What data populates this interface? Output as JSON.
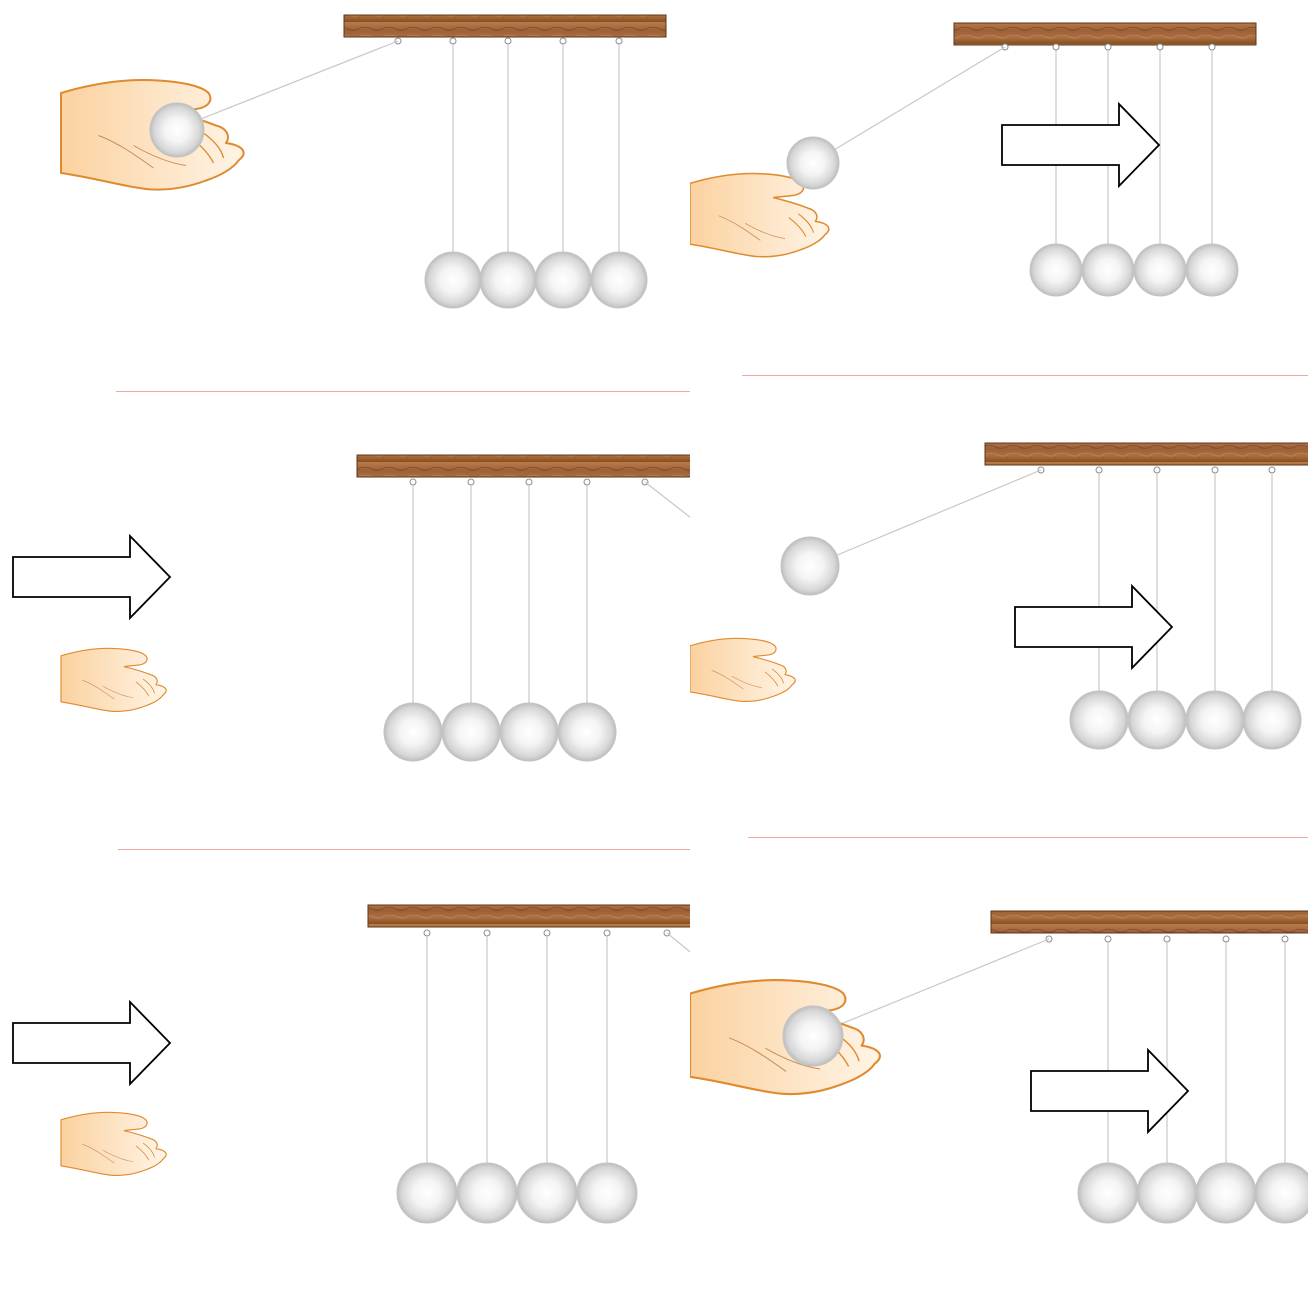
{
  "figure": {
    "description_labels": [],
    "panels": [
      {
        "id": "panel-1",
        "state": "hand-holding-ball",
        "arrow": false
      },
      {
        "id": "panel-2",
        "state": "ball-released",
        "arrow": true
      },
      {
        "id": "panel-3",
        "state": "ball-out-of-view-left",
        "arrow": true
      },
      {
        "id": "panel-4",
        "state": "ball-swinging",
        "arrow": true
      },
      {
        "id": "panel-5",
        "state": "ball-out-of-view-left",
        "arrow": true
      },
      {
        "id": "panel-6",
        "state": "hand-holding-ball",
        "arrow": true
      }
    ],
    "hanging_ball_count": 4,
    "colors": {
      "bar": "#9c5f35",
      "string": "#c8c8c8",
      "ball": "#d8d8d8",
      "hand_skin": "#fcd9ae",
      "hand_outline": "#e08a2e",
      "arrow_outline": "#000000",
      "separator": "#f0a8a2"
    }
  }
}
